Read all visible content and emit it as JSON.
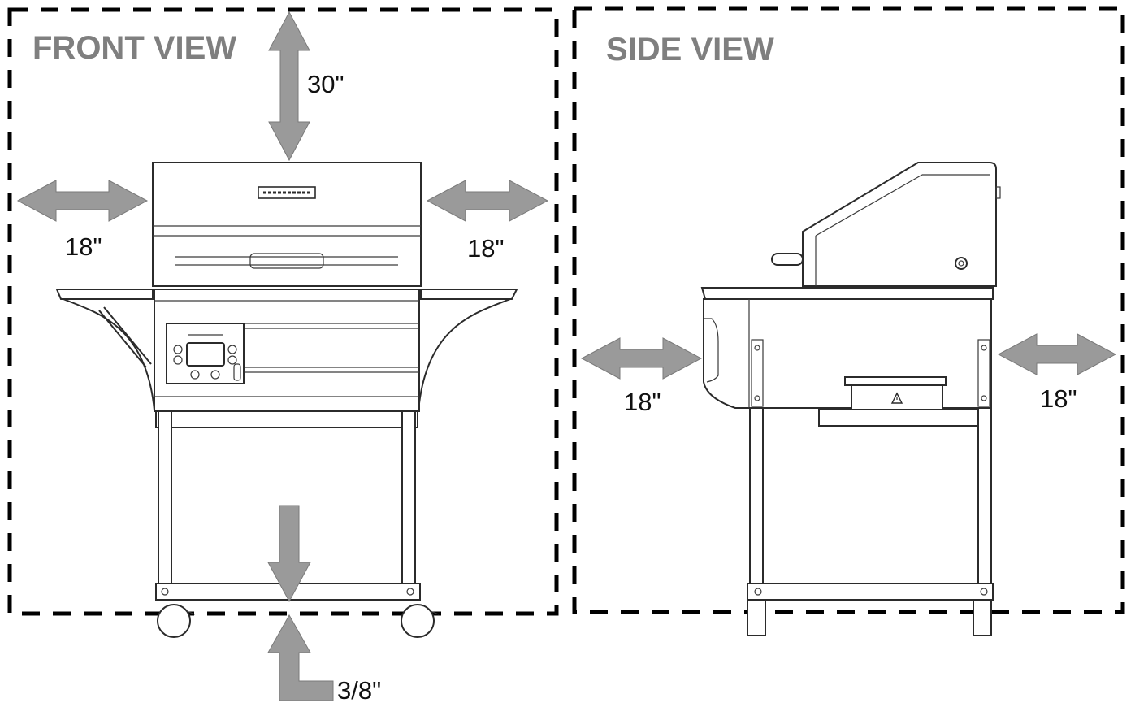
{
  "views": {
    "front": {
      "title": "FRONT VIEW"
    },
    "side": {
      "title": "SIDE VIEW"
    }
  },
  "clearances": {
    "front_top": "30\"",
    "front_left": "18\"",
    "front_right": "18\"",
    "front_bottom": "3/8\"",
    "side_left": "18\"",
    "side_right": "18\""
  },
  "colors": {
    "title": "#7f7f7f",
    "arrow": "#9a9a9a",
    "boundary": "#000000",
    "outline": "#2b2b2b"
  },
  "icons": {
    "clearance_arrow": "double-arrow-icon",
    "logo": "brand-badge-icon",
    "warning": "warning-triangle-icon"
  }
}
